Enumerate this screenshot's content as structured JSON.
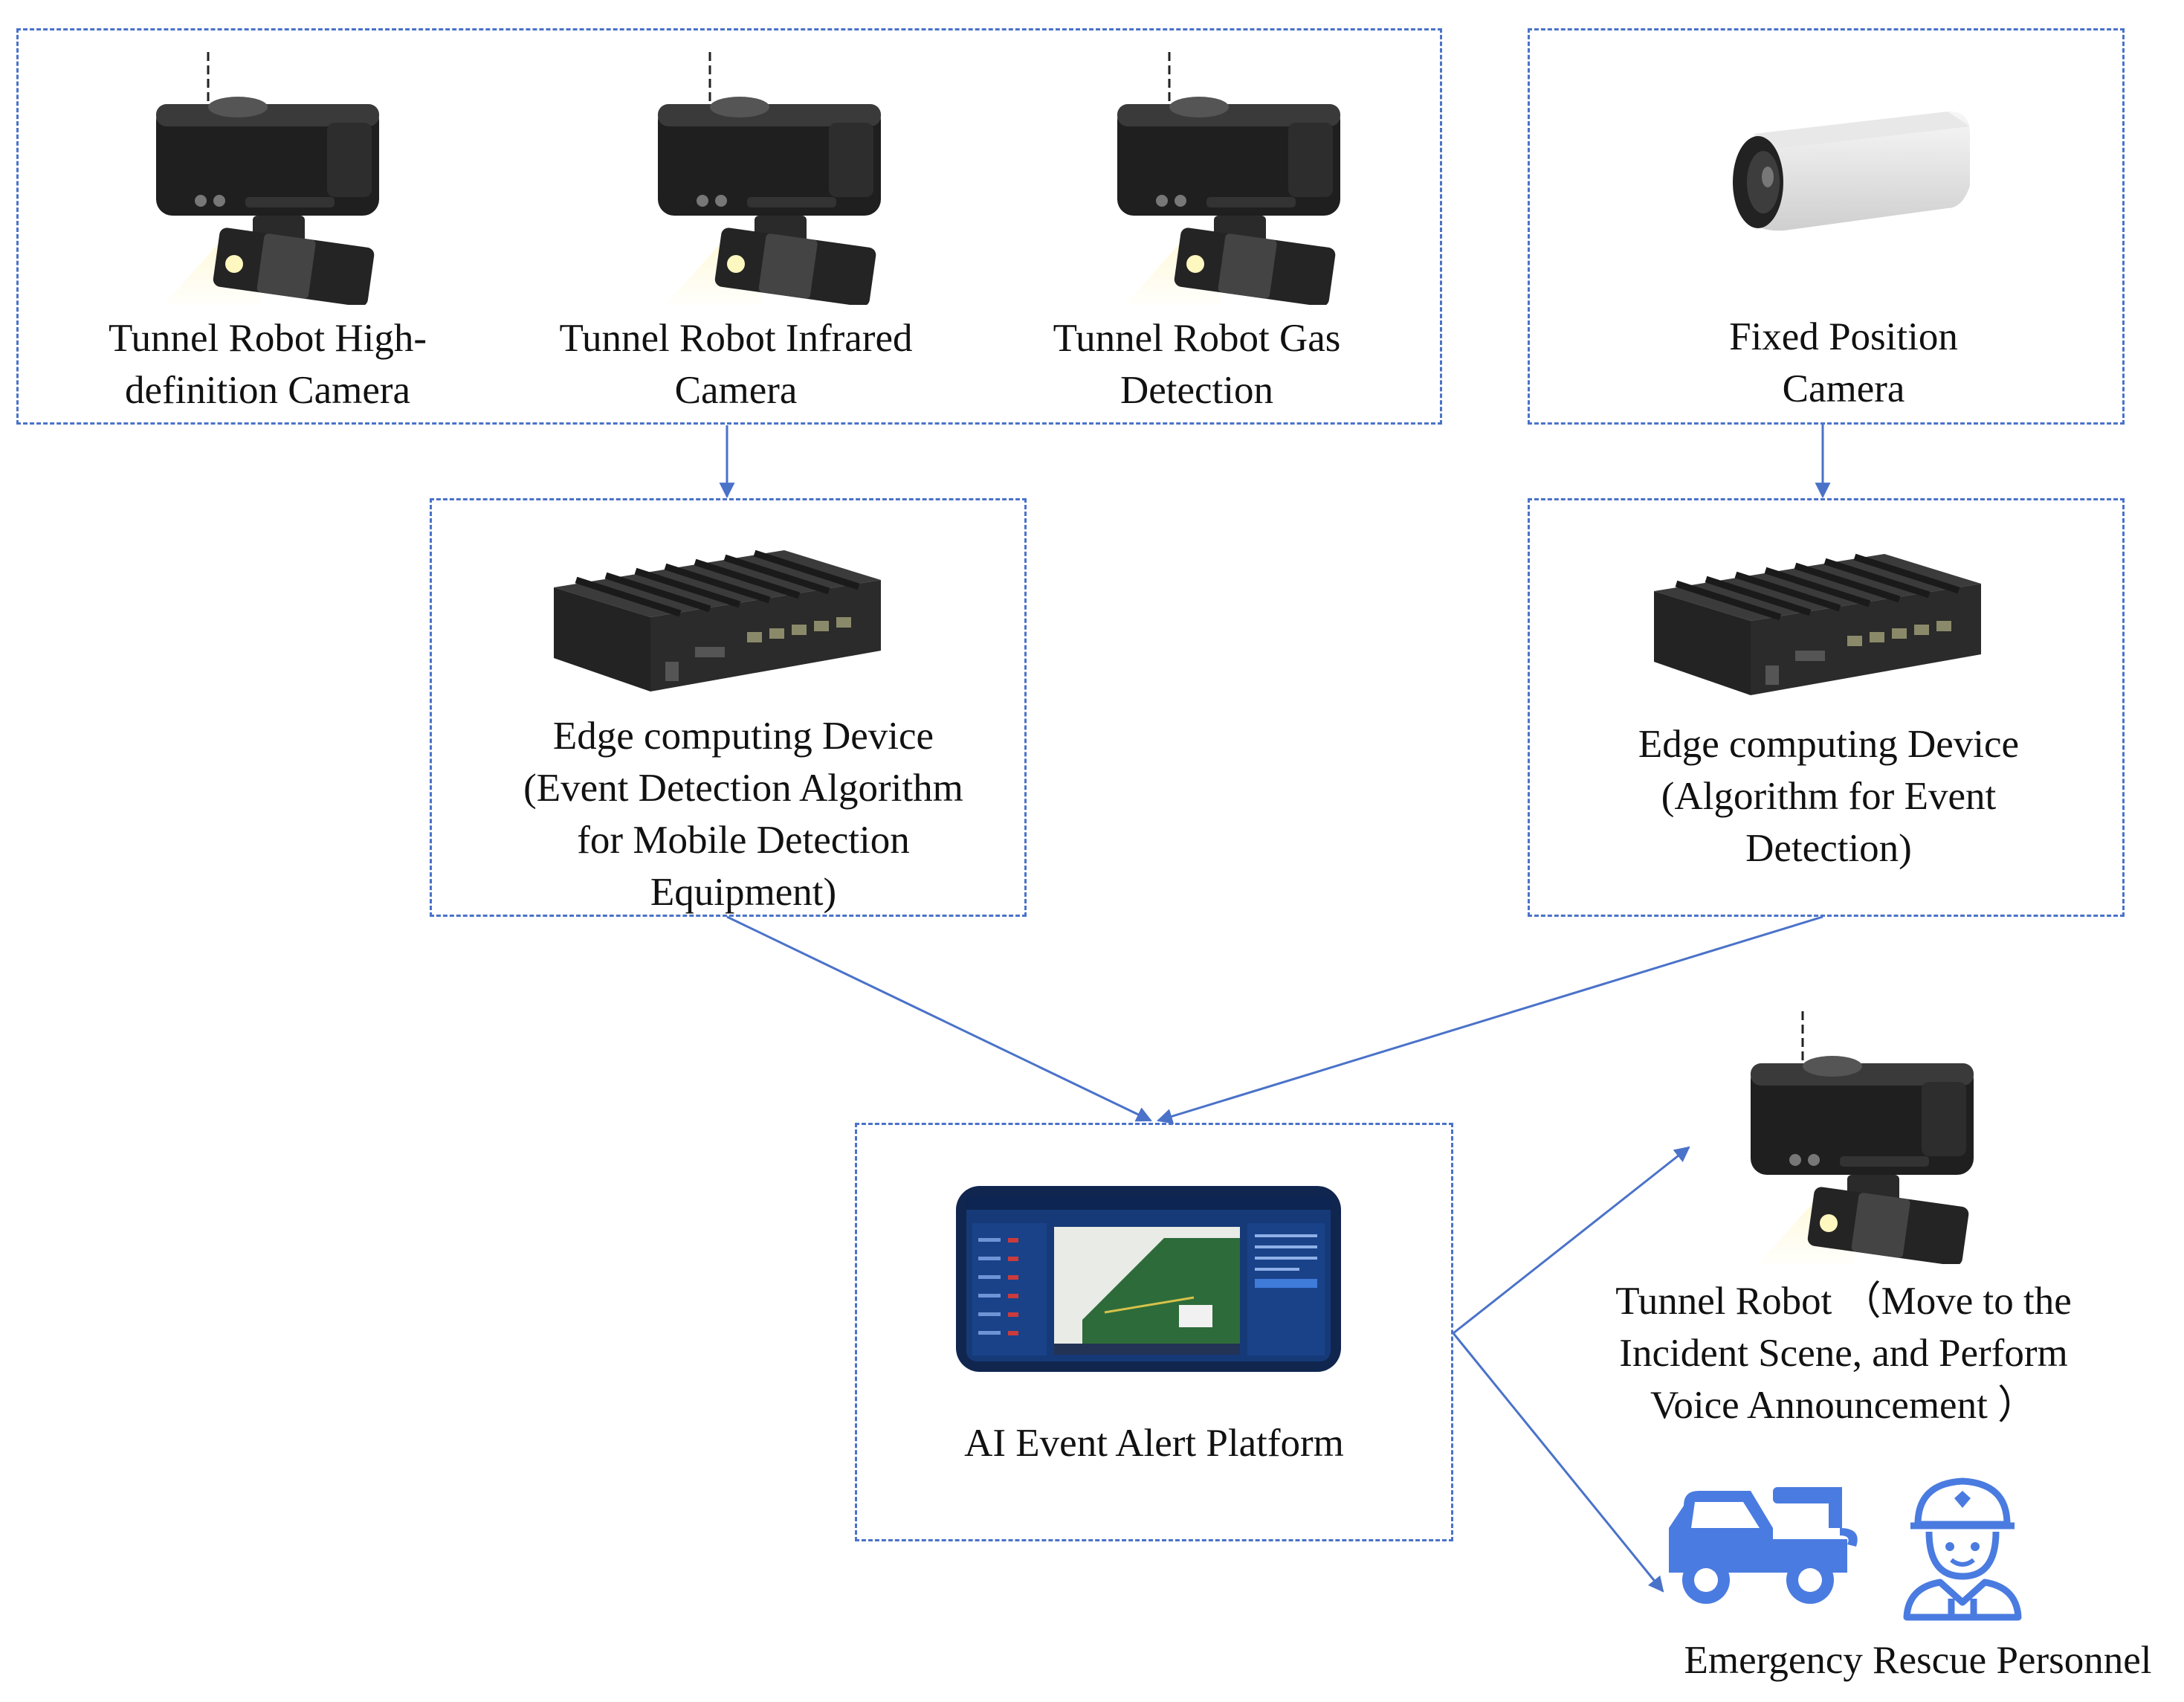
{
  "sensors": {
    "robot_hd": "Tunnel Robot High-\ndefinition Camera",
    "robot_ir": "Tunnel Robot Infrared\nCamera",
    "robot_gas": "Tunnel Robot Gas\nDetection",
    "fixed_cam": "Fixed Position\nCamera"
  },
  "edge": {
    "mobile": "Edge computing Device\n(Event Detection Algorithm\nfor Mobile Detection\nEquipment)",
    "fixed": "Edge computing Device\n(Algorithm for Event\nDetection)"
  },
  "platform": {
    "label": "AI Event Alert Platform"
  },
  "responders": {
    "robot": "Tunnel Robot （Move to the\nIncident Scene, and Perform\nVoice Announcement ）",
    "rescue": "Emergency Rescue Personnel"
  },
  "colors": {
    "accent": "#4a72c9",
    "icon": "#4a7be0",
    "device": "#2a2a2a"
  }
}
